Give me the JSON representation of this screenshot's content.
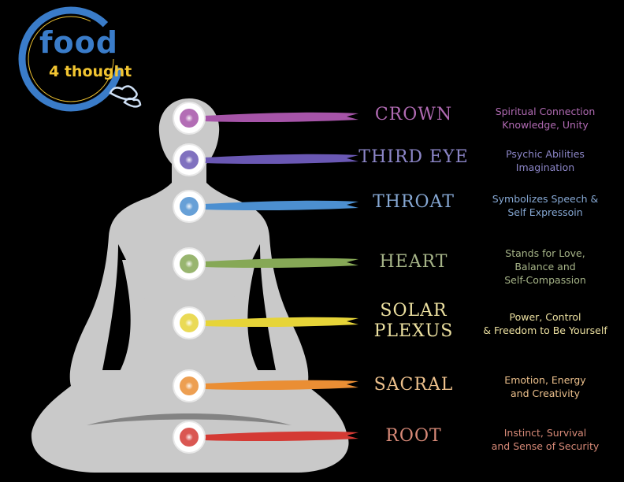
{
  "logo": {
    "word1": "food",
    "word2": "4 thought",
    "ring_color": "#3a7cc9",
    "accent_color": "#f2c531"
  },
  "body_color": "#c9c9c9",
  "chakras": [
    {
      "name": "CROWN",
      "description_lines": [
        "Spiritual Connection",
        "Knowledge, Unity"
      ],
      "color": "#a654a8",
      "text_color": "#b06ab2"
    },
    {
      "name": "THIRD EYE",
      "description_lines": [
        "Psychic Abilities",
        "Imagination"
      ],
      "color": "#6a58b4",
      "text_color": "#8c86c8"
    },
    {
      "name": "THROAT",
      "description_lines": [
        "Symbolizes Speech &",
        "Self Expressoin"
      ],
      "color": "#4c8fd0",
      "text_color": "#86a8d4"
    },
    {
      "name": "HEART",
      "description_lines": [
        "Stands for Love,",
        "Balance and",
        "Self-Compassion"
      ],
      "color": "#86a856",
      "text_color": "#a6b488"
    },
    {
      "name_lines": [
        "SOLAR",
        "PLEXUS"
      ],
      "name": "SOLAR PLEXUS",
      "description_lines": [
        "Power, Control",
        "& Freedom to Be Yourself"
      ],
      "color": "#e6d438",
      "text_color": "#ece0a0"
    },
    {
      "name": "SACRAL",
      "description_lines": [
        "Emotion, Energy",
        "and Creativity"
      ],
      "color": "#ea8e34",
      "text_color": "#ecc08c"
    },
    {
      "name": "ROOT",
      "description_lines": [
        "Instinct, Survival",
        "and Sense of Security"
      ],
      "color": "#d43a34",
      "text_color": "#d88a78"
    }
  ]
}
